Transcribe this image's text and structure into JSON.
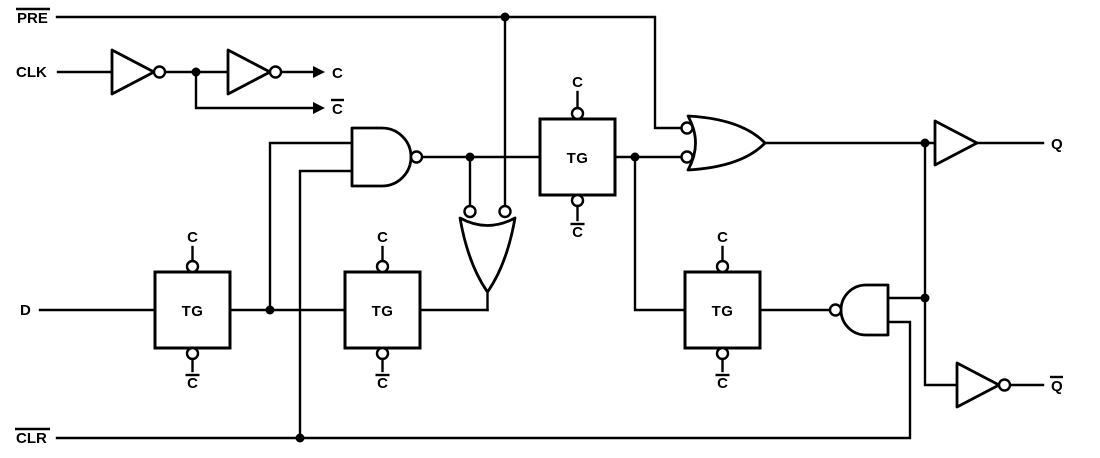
{
  "diagram": {
    "labels": {
      "pre": "PRE",
      "clk": "CLK",
      "c": "C",
      "c_bar": "C",
      "d": "D",
      "tg": "TG",
      "clr": "CLR",
      "q": "Q",
      "q_bar": "Q"
    },
    "overlined_labels": [
      "pre",
      "c_bar",
      "clr",
      "q_bar"
    ],
    "components": {
      "transmission_gates": 4,
      "nand_gates": 2,
      "or_gates_with_inverted_inputs": 2,
      "inverters": 3,
      "buffers": 1
    },
    "colors": {
      "ink": "#000000",
      "background": "#ffffff"
    }
  }
}
